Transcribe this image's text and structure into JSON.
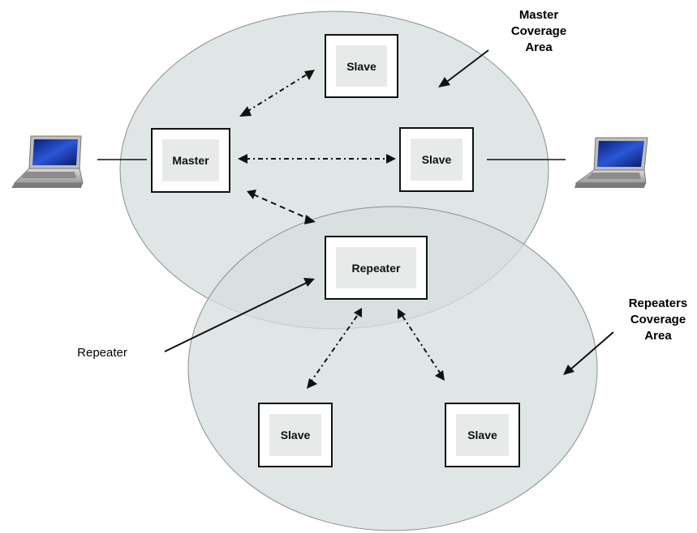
{
  "nodes": {
    "master": "Master",
    "slave_top": "Slave",
    "slave_right": "Slave",
    "repeater": "Repeater",
    "slave_bottom_left": "Slave",
    "slave_bottom_right": "Slave"
  },
  "captions": {
    "master_coverage": [
      "Master",
      "Coverage",
      "Area"
    ],
    "repeaters_coverage": [
      "Repeaters",
      "Coverage",
      "Area"
    ],
    "repeater_pointer": "Repeater"
  },
  "colors": {
    "coverage_fill": "#d6dede",
    "coverage_stroke": "#8a8f8f",
    "node_inner": "#e8eaea",
    "laptop_screen": "#1f3fa8"
  },
  "icons": [
    "laptop-icon",
    "laptop-icon"
  ]
}
